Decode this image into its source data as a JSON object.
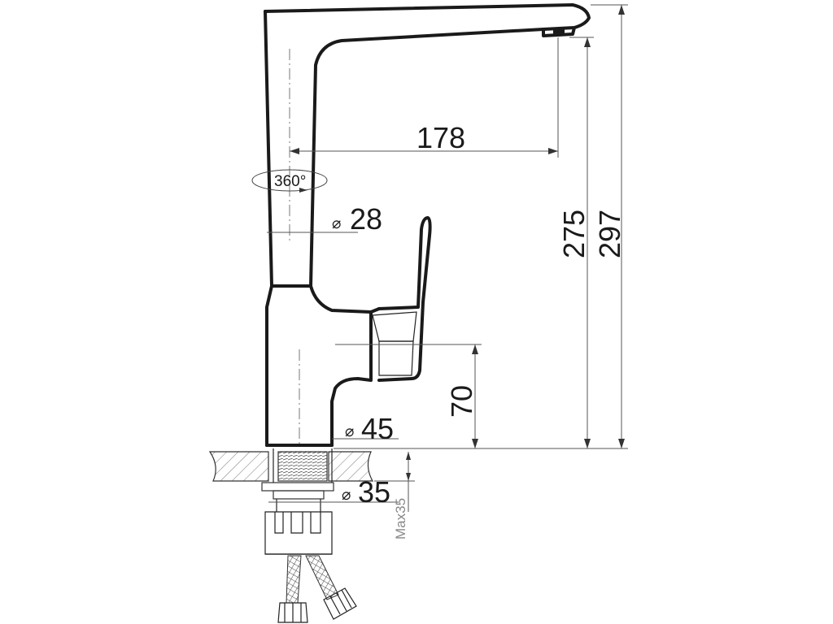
{
  "dimensions": {
    "spout_reach": "178",
    "spout_height": "275",
    "total_height": "297",
    "lever_height": "70",
    "pipe_diameter": "28",
    "base_diameter": "45",
    "thread_diameter": "35",
    "max_thickness": "Max35"
  },
  "rotation_label": "360°",
  "diameter_symbol": "⌀",
  "colors": {
    "line": "#1a1a1a",
    "dimension_line": "#555555",
    "hatch": "#777777",
    "background": "#ffffff"
  }
}
